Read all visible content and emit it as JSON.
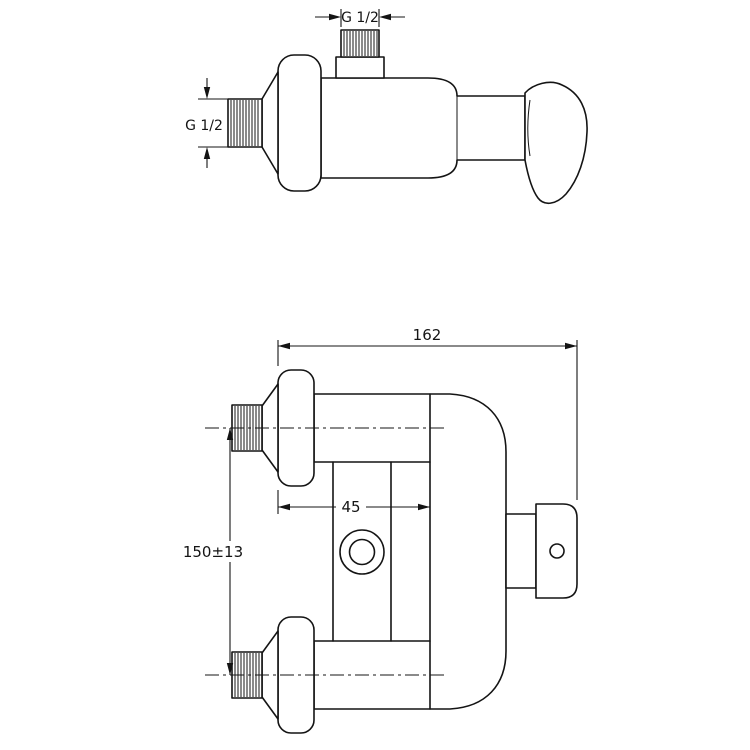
{
  "page": {
    "background": "#ffffff",
    "line_color": "#141414"
  },
  "dimensions": {
    "top_thread": "G 1/2",
    "side_thread": "G 1/2",
    "overall_width": "162",
    "body_offset": "45",
    "inlet_spacing": "150±13"
  }
}
